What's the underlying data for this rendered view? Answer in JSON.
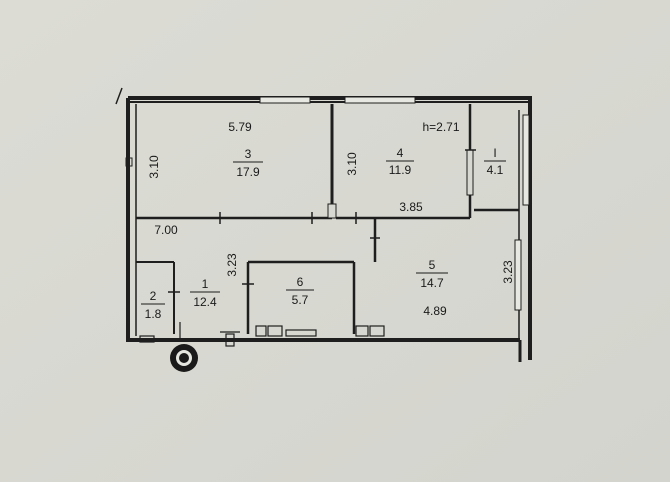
{
  "plan": {
    "ceiling_height": "h=2.71",
    "dimensions": {
      "top_width": "5.79",
      "left_height_room3": "3.10",
      "left_height_room4": "3.10",
      "room4_width": "3.85",
      "corridor_width": "7.00",
      "room1_height": "3.23",
      "room5_height": "3.23",
      "room5_width": "4.89"
    },
    "rooms": [
      {
        "number": "3",
        "area": "17.9"
      },
      {
        "number": "4",
        "area": "11.9"
      },
      {
        "number": "I",
        "area": "4.1"
      },
      {
        "number": "1",
        "area": "12.4"
      },
      {
        "number": "2",
        "area": "1.8"
      },
      {
        "number": "6",
        "area": "5.7"
      },
      {
        "number": "5",
        "area": "14.7"
      }
    ]
  }
}
